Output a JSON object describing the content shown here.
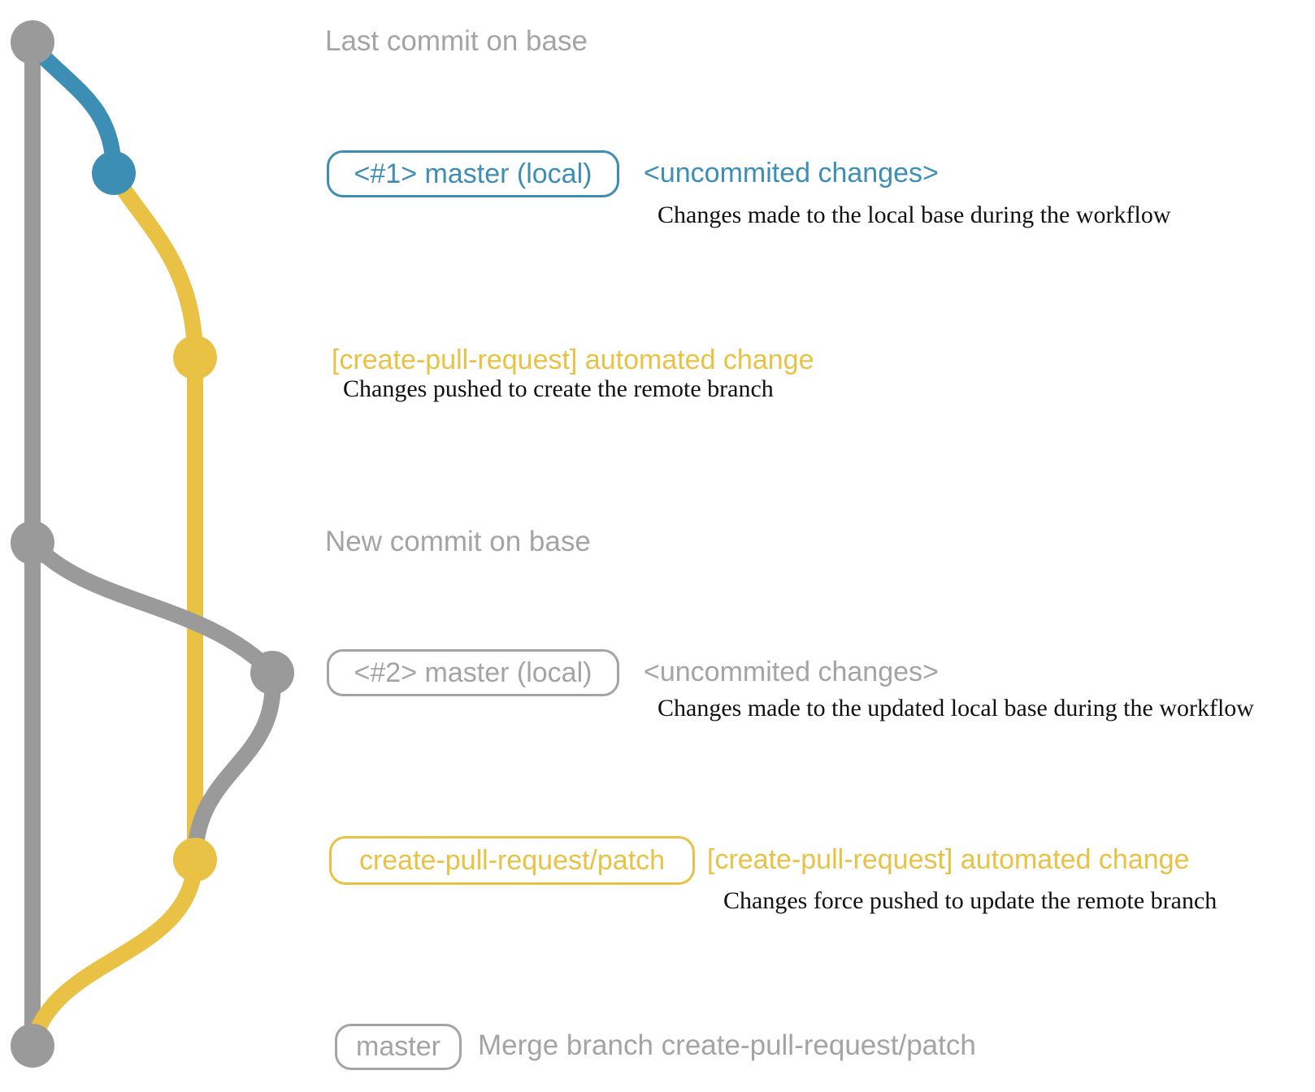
{
  "colors": {
    "gray": "#9a9a9a",
    "gray_text": "#a4a4a4",
    "blue": "#3d8eb5",
    "yellow": "#e9c245",
    "black": "#111111"
  },
  "graph": {
    "base_branch_commits": [
      "Last commit on base",
      "New commit on base",
      "Merge branch create-pull-request/patch"
    ],
    "local_branch_color_meaning": "local uncommitted changes",
    "remote_branch_color_meaning": "create-pull-request/patch branch"
  },
  "annotations": {
    "last_commit": {
      "label": "Last commit on base"
    },
    "commit1": {
      "tag": "<#1> master (local)",
      "message": "<uncommited changes>",
      "description": "Changes made to the local base during the workflow"
    },
    "push1": {
      "message": "[create-pull-request] automated change",
      "description": "Changes pushed to create the remote branch"
    },
    "new_commit": {
      "label": "New commit on base"
    },
    "commit2": {
      "tag": "<#2> master (local)",
      "message": "<uncommited changes>",
      "description": "Changes made to the updated local base during the workflow"
    },
    "push2": {
      "tag": "create-pull-request/patch",
      "message": "[create-pull-request] automated change",
      "description": "Changes force pushed to update the remote branch"
    },
    "merge": {
      "tag": "master",
      "message": "Merge branch create-pull-request/patch"
    }
  }
}
